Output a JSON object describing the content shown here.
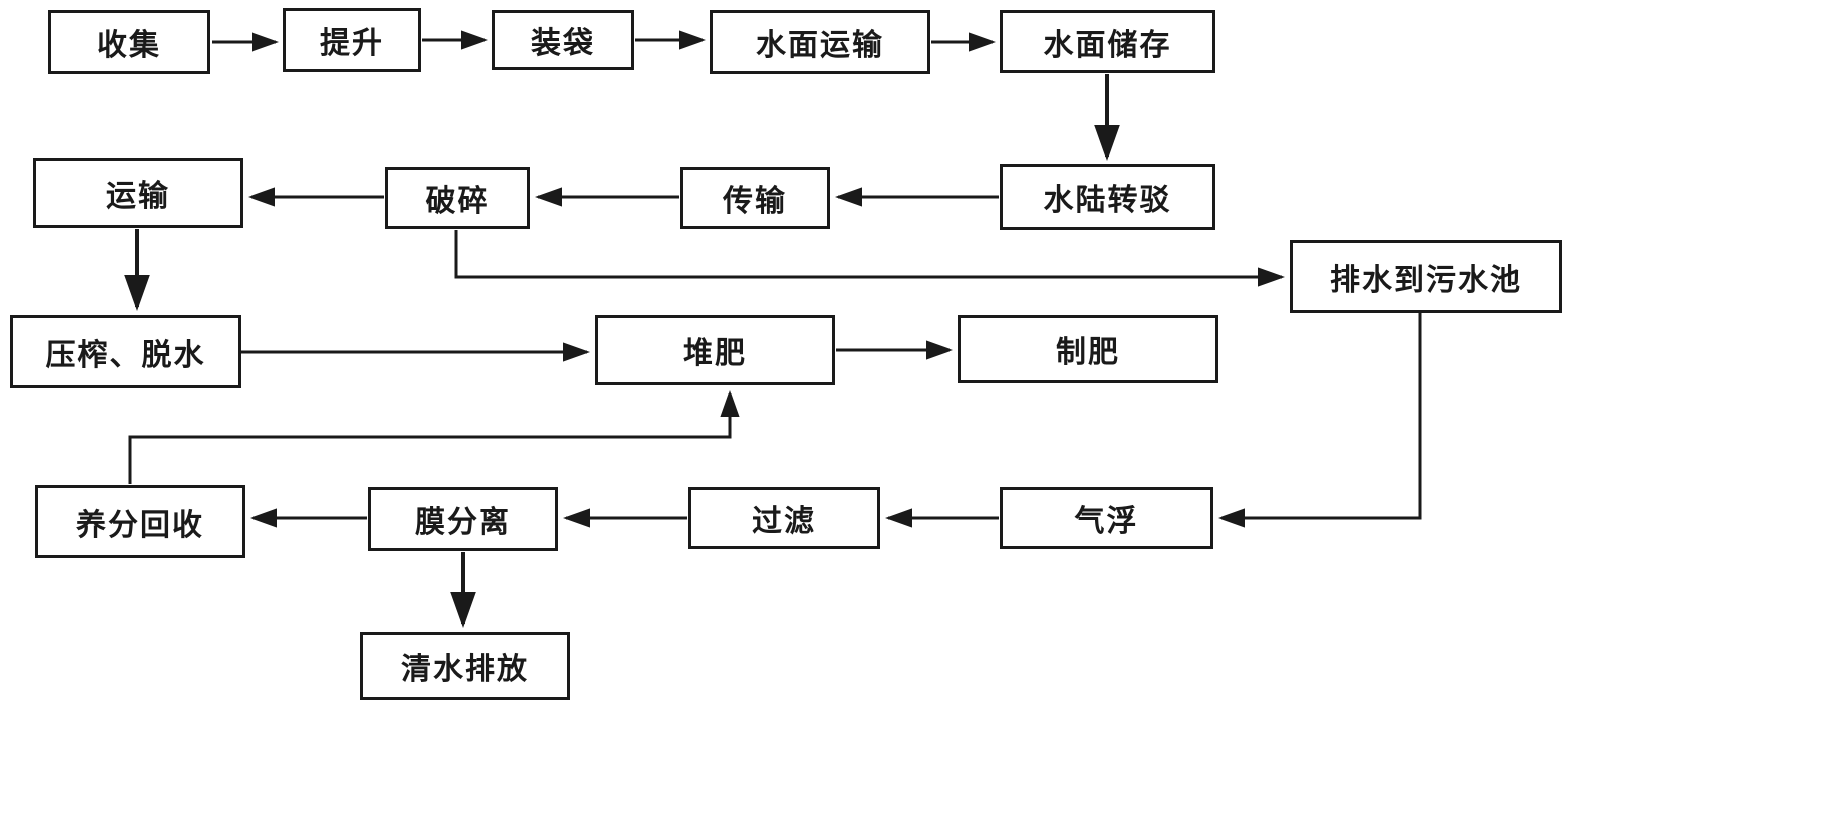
{
  "diagram": {
    "kind": "flowchart",
    "colors": {
      "stroke": "#1a1a1a",
      "box_fill": "#ffffff",
      "background": "#ffffff"
    },
    "nodes": {
      "collect": "收集",
      "lift": "提升",
      "bag": "装袋",
      "water_transport": "水面运输",
      "water_storage": "水面储存",
      "land_transfer": "水陆转驳",
      "transfer": "传输",
      "crush": "破碎",
      "transport": "运输",
      "drain": "排水到污水池",
      "press": "压榨、脱水",
      "compost": "堆肥",
      "fertilizer": "制肥",
      "nutrient": "养分回收",
      "membrane": "膜分离",
      "filter": "过滤",
      "flotation": "气浮",
      "discharge": "清水排放"
    },
    "edges": [
      {
        "from": "collect",
        "to": "lift"
      },
      {
        "from": "lift",
        "to": "bag"
      },
      {
        "from": "bag",
        "to": "water_transport"
      },
      {
        "from": "water_transport",
        "to": "water_storage"
      },
      {
        "from": "water_storage",
        "to": "land_transfer"
      },
      {
        "from": "land_transfer",
        "to": "transfer"
      },
      {
        "from": "transfer",
        "to": "crush"
      },
      {
        "from": "crush",
        "to": "transport"
      },
      {
        "from": "transport",
        "to": "press"
      },
      {
        "from": "crush",
        "to": "drain"
      },
      {
        "from": "press",
        "to": "compost"
      },
      {
        "from": "compost",
        "to": "fertilizer"
      },
      {
        "from": "drain",
        "to": "flotation"
      },
      {
        "from": "flotation",
        "to": "filter"
      },
      {
        "from": "filter",
        "to": "membrane"
      },
      {
        "from": "membrane",
        "to": "nutrient"
      },
      {
        "from": "nutrient",
        "to": "compost"
      },
      {
        "from": "membrane",
        "to": "discharge"
      }
    ]
  }
}
